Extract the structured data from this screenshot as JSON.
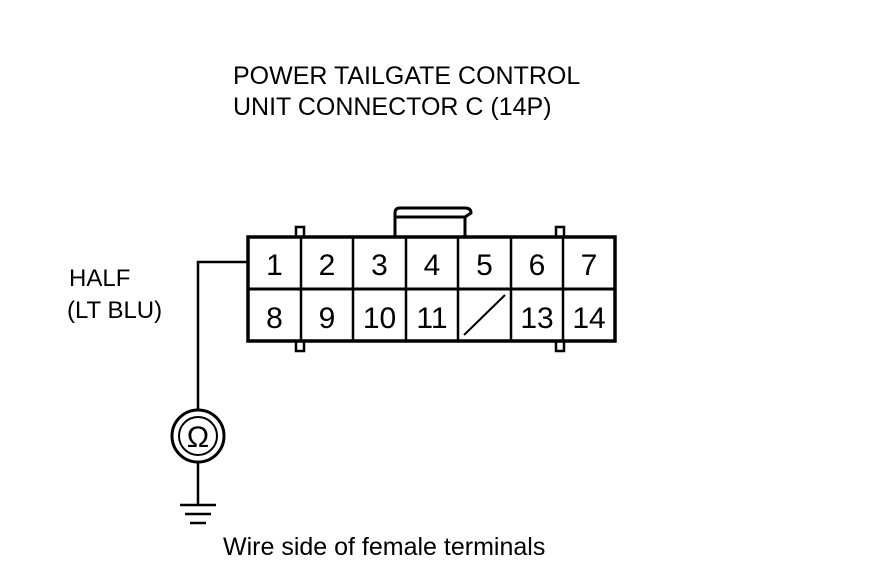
{
  "diagram": {
    "title_line1": "POWER TAILGATE CONTROL",
    "title_line2": "UNIT CONNECTOR C (14P)",
    "wire_label_line1": "HALF",
    "wire_label_line2": "(LT BLU)",
    "caption": "Wire side of female terminals",
    "meter_symbol": "Ω",
    "meter_icon": "ohmmeter-icon",
    "ground_icon": "ground-icon",
    "connector": {
      "top_row": [
        "1",
        "2",
        "3",
        "4",
        "5",
        "6",
        "7"
      ],
      "bottom_row": [
        "8",
        "9",
        "10",
        "11",
        "",
        "13",
        "14"
      ],
      "empty_cavity_index": 4
    }
  }
}
